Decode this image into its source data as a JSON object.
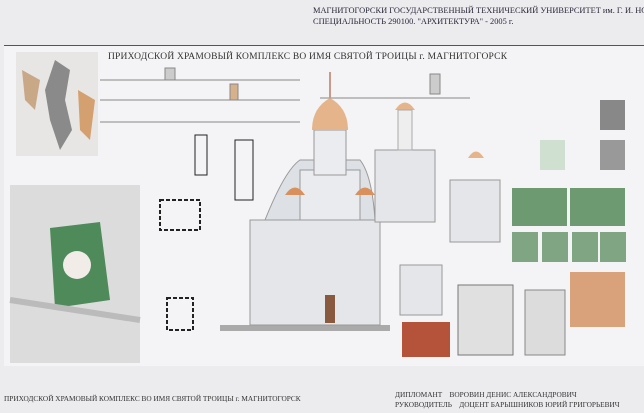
{
  "header": {
    "university": "МАГНИТОГОРСКИ ГОСУДАРСТВЕННЫЙ  ТЕХНИЧЕСКИЙ УНИВЕРСИТЕТ им. Г. И. НОСОВА",
    "specialty": "СПЕЦИАЛЬНОСТЬ 290100. \"АРХИТЕКТУРА\" - 2005 г."
  },
  "poster": {
    "title": "ПРИХОДСКОЙ ХРАМОВЫЙ КОМПЛЕКС ВО ИМЯ СВЯТОЙ ТРОИЦЫ г. МАГНИТОГОРСК"
  },
  "footer": {
    "project_title": "ПРИХОДСКОЙ ХРАМОВЫЙ КОМПЛЕКС ВО ИМЯ СВЯТОЙ ТРОИЦЫ г. МАГНИТОГОРСК",
    "diplomant": "ДИПЛОМАНТ    ВОРОВИН ДЕНИС АЛЕКСАНДРОВИЧ",
    "supervisor": "РУКОВОДИТЕЛЬ    ДОЦЕНТ БАРЫШНИКОВ ЮРИЙ ГРИГОРЬЕВИЧ"
  },
  "colors": {
    "dome": "#e6b48a",
    "walls": "#e4e6ea",
    "roof": "#d9905c",
    "green": "#4f8a5a"
  }
}
